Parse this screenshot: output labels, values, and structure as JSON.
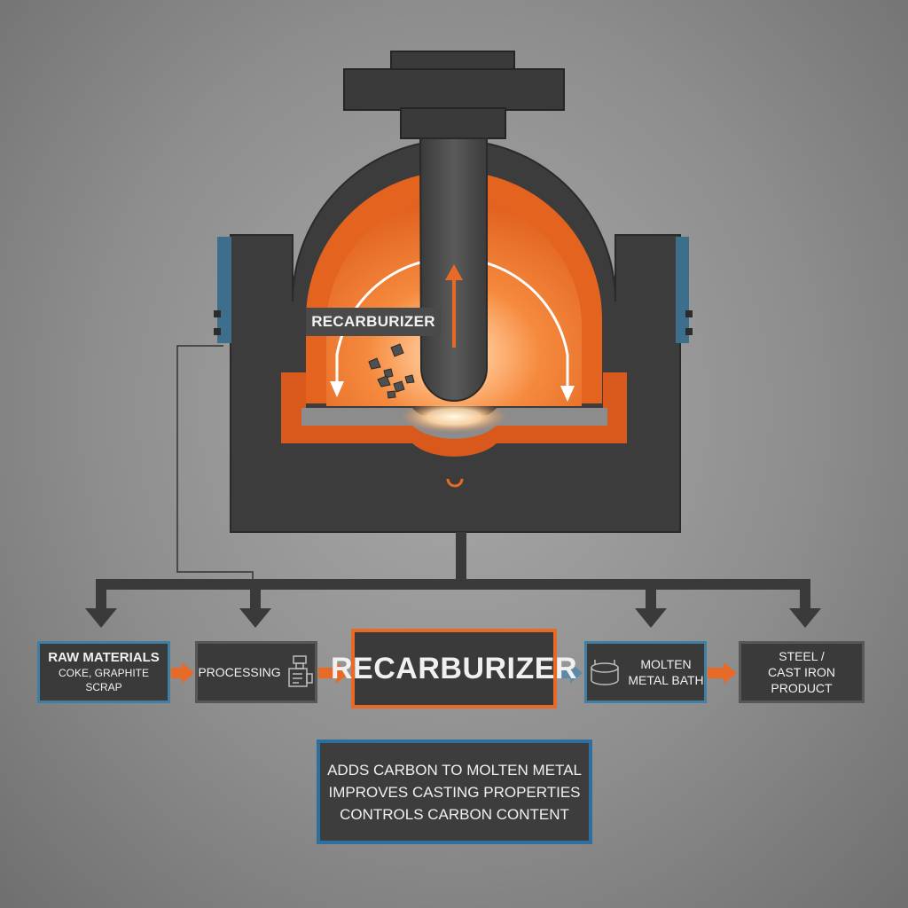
{
  "furnace": {
    "label": "RECARBURIZER"
  },
  "flow": {
    "raw_materials": {
      "title": "RAW MATERIALS",
      "subtitle": "COKE, GRAPHITE SCRAP"
    },
    "processing": {
      "title": "PROCESSING"
    },
    "recarburizer": {
      "title": "RECARBURIZER"
    },
    "molten": {
      "line1": "MOLTEN",
      "line2": "METAL BATH"
    },
    "steel": {
      "line1": "STEEL /",
      "line2": "CAST IRON PRODUCT"
    }
  },
  "benefits": [
    "ADDS CARBON TO MOLTEN METAL",
    "IMPROVES CASTING PROPERTIES",
    "CONTROLS CARBON CONTENT"
  ],
  "colors": {
    "accent_orange": "#e86a26",
    "accent_blue": "#3f7fa3",
    "steel_dark": "#3a3a3b"
  },
  "icons": [
    "pieces-icon",
    "processing-machine-icon",
    "molten-bath-icon",
    "flow-arrow-icon"
  ]
}
